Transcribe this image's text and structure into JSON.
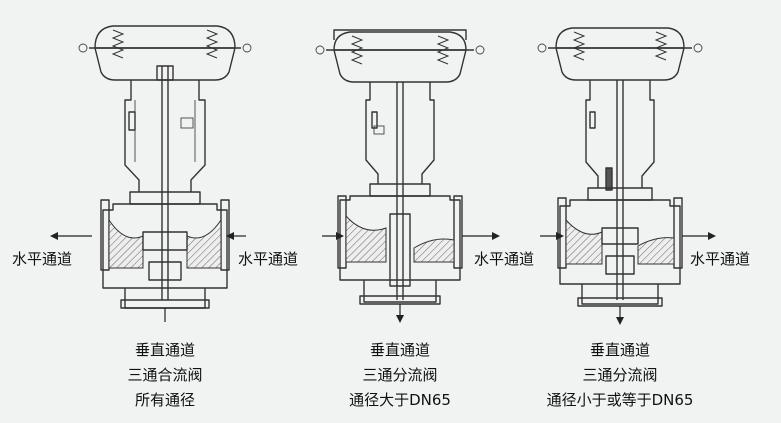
{
  "labels": {
    "horizontal_channel": "水平通道"
  },
  "valves": [
    {
      "caption": [
        "垂直通道",
        "三通合流阀",
        "所有通径"
      ]
    },
    {
      "caption": [
        "垂直通道",
        "三通分流阀",
        "通径大于DN65"
      ]
    },
    {
      "caption": [
        "垂直通道",
        "三通分流阀",
        "通径小于或等于DN65"
      ]
    }
  ]
}
